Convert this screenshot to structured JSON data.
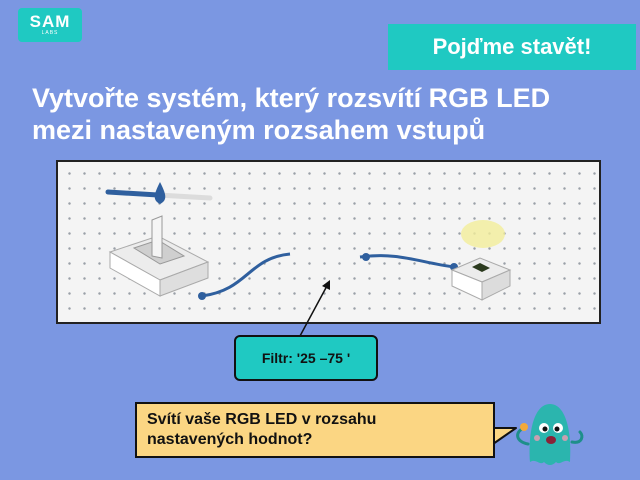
{
  "logo": {
    "main": "SAM",
    "sub": "LABS"
  },
  "banner": {
    "text": "Pojďme stavět!"
  },
  "heading": {
    "line1": "Vytvořte systém, který rozsvítí RGB LED",
    "line2": "mezi nastaveným rozsahem vstupů"
  },
  "filter": {
    "upper": "75",
    "lower": "25"
  },
  "callout": {
    "text": "Filtr: '25 –75 '"
  },
  "question": {
    "line1": "Svítí vaše RGB LED v rozsahu",
    "line2": "nastavených hodnot?"
  },
  "colors": {
    "background": "#7b97e2",
    "accent_teal": "#1fc9c2",
    "bubble_yellow": "#fbd683",
    "wire_blue": "#2f5f9e"
  },
  "icons": [
    "slider-block-icon",
    "filter-block-icon",
    "rgb-led-block-icon",
    "mascot-icon"
  ]
}
